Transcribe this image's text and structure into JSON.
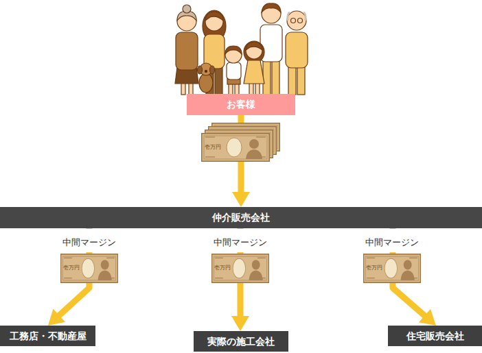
{
  "diagram": {
    "nodes": [
      {
        "text": [
          "お客様"
        ]
      },
      {
        "text": [
          "仲介販売会社"
        ]
      },
      {
        "text": [
          "工務店・不動産屋"
        ]
      },
      {
        "text": [
          "実際の施工会社"
        ]
      },
      {
        "text": [
          "住宅販売会社"
        ]
      }
    ],
    "edges": [
      {
        "from": 0,
        "to": 1,
        "arrow": "to"
      },
      {
        "from": 1,
        "to": 2,
        "arrow": "to"
      },
      {
        "from": 1,
        "to": 3,
        "arrow": "to"
      },
      {
        "from": 1,
        "to": 4,
        "arrow": "to"
      }
    ],
    "labels": [
      "中間マージン",
      "中間マージン",
      "中間マージン",
      "壱万円",
      "壱万円",
      "壱万円",
      "壱万円"
    ]
  }
}
